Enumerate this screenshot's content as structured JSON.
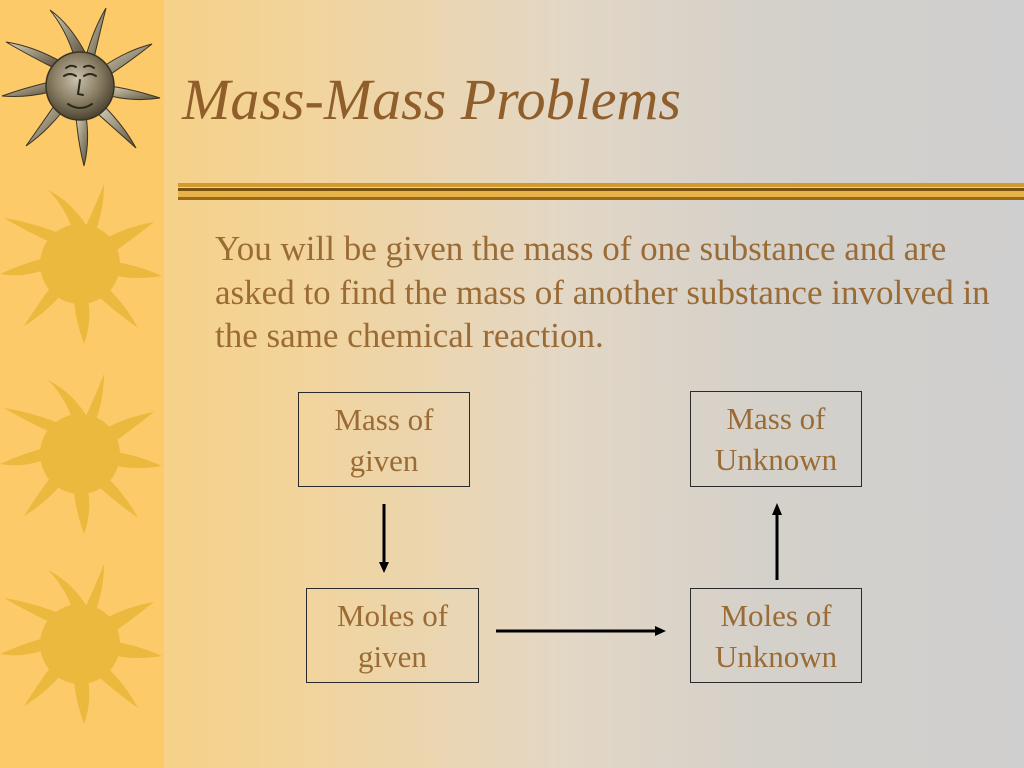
{
  "slide": {
    "title": "Mass-Mass Problems",
    "body": "You will be given the mass of one substance and are asked to find the mass of another substance involved in the same chemical reaction."
  },
  "flowchart": {
    "mass_given": {
      "line1": "Mass of",
      "line2": "given"
    },
    "mass_unknown": {
      "line1": "Mass of",
      "line2": "Unknown"
    },
    "moles_given": {
      "line1": "Moles of",
      "line2": "given"
    },
    "moles_unknown": {
      "line1": "Moles of",
      "line2": "Unknown"
    }
  },
  "decor": {
    "sun_icons": [
      "sun-face-icon",
      "sun-icon",
      "sun-icon",
      "sun-icon"
    ],
    "strip_color": "#fdca6a",
    "sun_color": "#ebb93e",
    "title_color": "#8f5e2a",
    "text_color": "#9a6b35",
    "divider_color": "#c8901d"
  }
}
